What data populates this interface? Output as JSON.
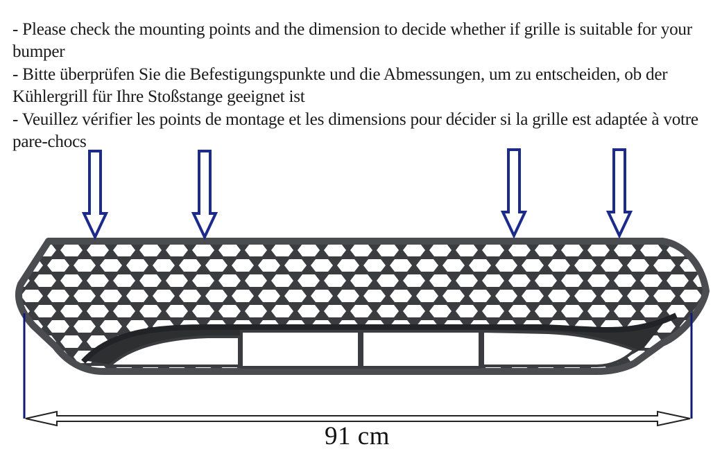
{
  "notes": [
    "- Please check the mounting points and the dimension to decide whether if grille is suitable for your bumper",
    "- Bitte überprüfen Sie die Befestigungspunkte und die Abmessungen, um zu entscheiden, ob der Kühlergrill für Ihre Stoßstange geeignet ist",
    "- Veuillez vérifier les points de montage et les dimensions pour décider si la grille est adaptée à votre pare-chocs"
  ],
  "dimension_label": "91 cm",
  "colors": {
    "arrow_stroke": "#1c2a8a",
    "dimension_line": "#0d1a7a",
    "grille_body": "#3d3f42",
    "grille_mesh": "#2f3134"
  },
  "icons": [
    "mounting-point-arrow-icon",
    "double-headed-arrow-icon"
  ]
}
